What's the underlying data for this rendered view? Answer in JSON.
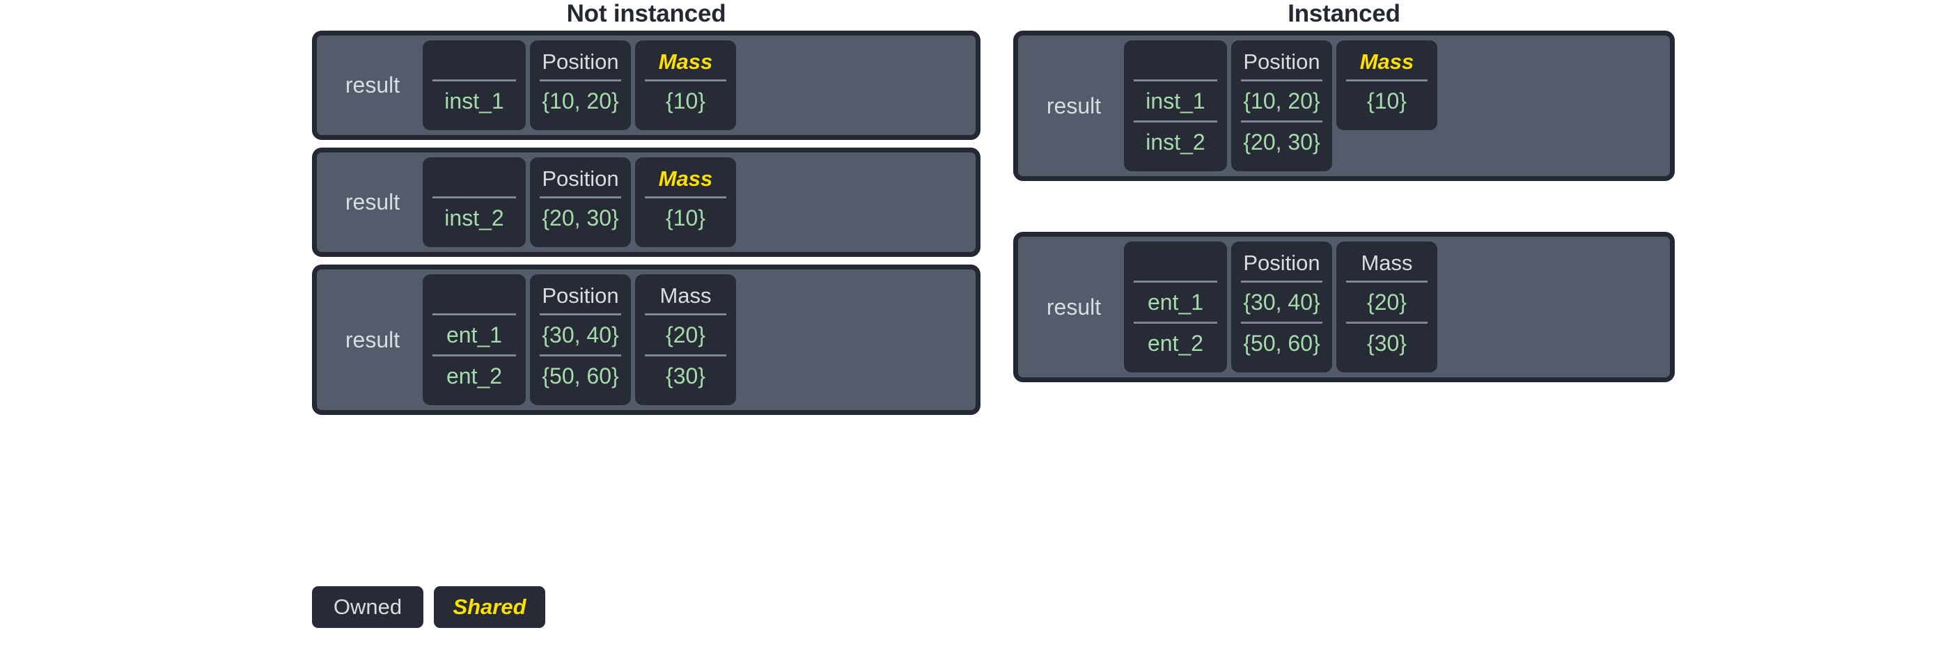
{
  "columns": [
    {
      "title": "Not instanced",
      "boxes": [
        {
          "label": "result",
          "label_width": 108,
          "cells": [
            {
              "header": "",
              "shared": false,
              "width": 148,
              "rows": [
                "inst_1"
              ]
            },
            {
              "header": "Position",
              "shared": false,
              "width": 145,
              "rows": [
                "{10, 20}"
              ]
            },
            {
              "header": "Mass",
              "shared": true,
              "width": 145,
              "rows": [
                "{10}"
              ]
            }
          ]
        },
        {
          "label": "result",
          "label_width": 108,
          "cells": [
            {
              "header": "",
              "shared": false,
              "width": 148,
              "rows": [
                "inst_2"
              ]
            },
            {
              "header": "Position",
              "shared": false,
              "width": 145,
              "rows": [
                "{20, 30}"
              ]
            },
            {
              "header": "Mass",
              "shared": true,
              "width": 145,
              "rows": [
                "{10}"
              ]
            }
          ]
        },
        {
          "label": "result",
          "label_width": 108,
          "cells": [
            {
              "header": "",
              "shared": false,
              "width": 148,
              "rows": [
                "ent_1",
                "ent_2"
              ]
            },
            {
              "header": "Position",
              "shared": false,
              "width": 145,
              "rows": [
                "{30, 40}",
                "{50, 60}"
              ]
            },
            {
              "header": "Mass",
              "shared": false,
              "width": 145,
              "rows": [
                "{20}",
                "{30}"
              ]
            }
          ]
        }
      ]
    },
    {
      "title": "Instanced",
      "boxes": [
        {
          "label": "result",
          "label_width": 108,
          "cells": [
            {
              "header": "",
              "shared": false,
              "width": 148,
              "rows": [
                "inst_1",
                "inst_2"
              ]
            },
            {
              "header": "Position",
              "shared": false,
              "width": 145,
              "rows": [
                "{10, 20}",
                "{20, 30}"
              ]
            },
            {
              "header": "Mass",
              "shared": true,
              "width": 145,
              "short": true,
              "rows": [
                "{10}"
              ]
            }
          ]
        },
        {
          "label": "result",
          "label_width": 108,
          "cells": [
            {
              "header": "",
              "shared": false,
              "width": 148,
              "rows": [
                "ent_1",
                "ent_2"
              ]
            },
            {
              "header": "Position",
              "shared": false,
              "width": 145,
              "rows": [
                "{30, 40}",
                "{50, 60}"
              ]
            },
            {
              "header": "Mass",
              "shared": false,
              "width": 145,
              "rows": [
                "{20}",
                "{30}"
              ]
            }
          ]
        }
      ]
    }
  ],
  "legend": [
    {
      "label": "Owned",
      "shared": false
    },
    {
      "label": "Shared",
      "shared": true
    }
  ],
  "colors": {
    "page_background": "#ffffff",
    "box_fill": "#545b6b",
    "box_border": "#232834",
    "cell_fill": "#262b35",
    "header_text": "#d8dce4",
    "value_text": "#a7dbad",
    "shared_text": "#ffe000",
    "divider": "#7e8694",
    "title_text": "#232832"
  }
}
